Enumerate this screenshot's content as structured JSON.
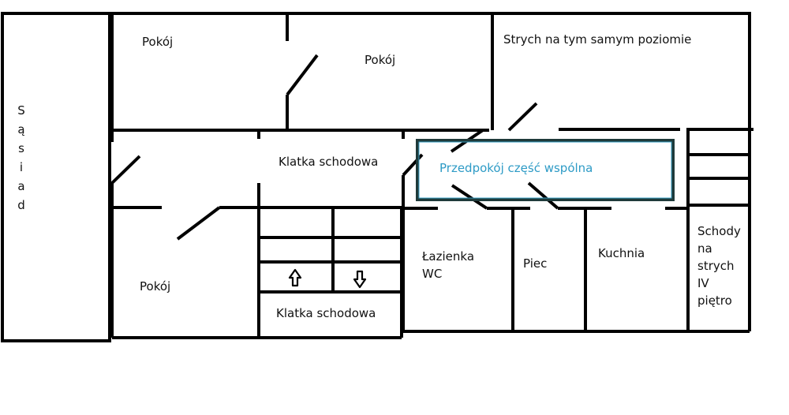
{
  "rooms": {
    "neighbor": "S ą s i a d",
    "room_top_left": "Pokój",
    "room_top_middle": "Pokój",
    "attic_same_level": "Strych na tym samym poziomie",
    "staircase_upper": "Klatka schodowa",
    "common_hallway": "Przedpokój część wspólna",
    "room_bottom_left": "Pokój",
    "bathroom_line1": "Łazienka",
    "bathroom_line2": "WC",
    "stove": "Piec",
    "kitchen": "Kuchnia",
    "attic_stairs_lines": [
      "Schody",
      "na",
      "strych",
      "IV",
      "piętro"
    ],
    "staircase_lower": "Klatka schodowa"
  },
  "icons": [
    "arrow-up-icon",
    "arrow-down-icon"
  ],
  "colors": {
    "walls": "#000000",
    "hallway_text": "#2e9bc6",
    "hallway_border": "#1f3a3a"
  }
}
